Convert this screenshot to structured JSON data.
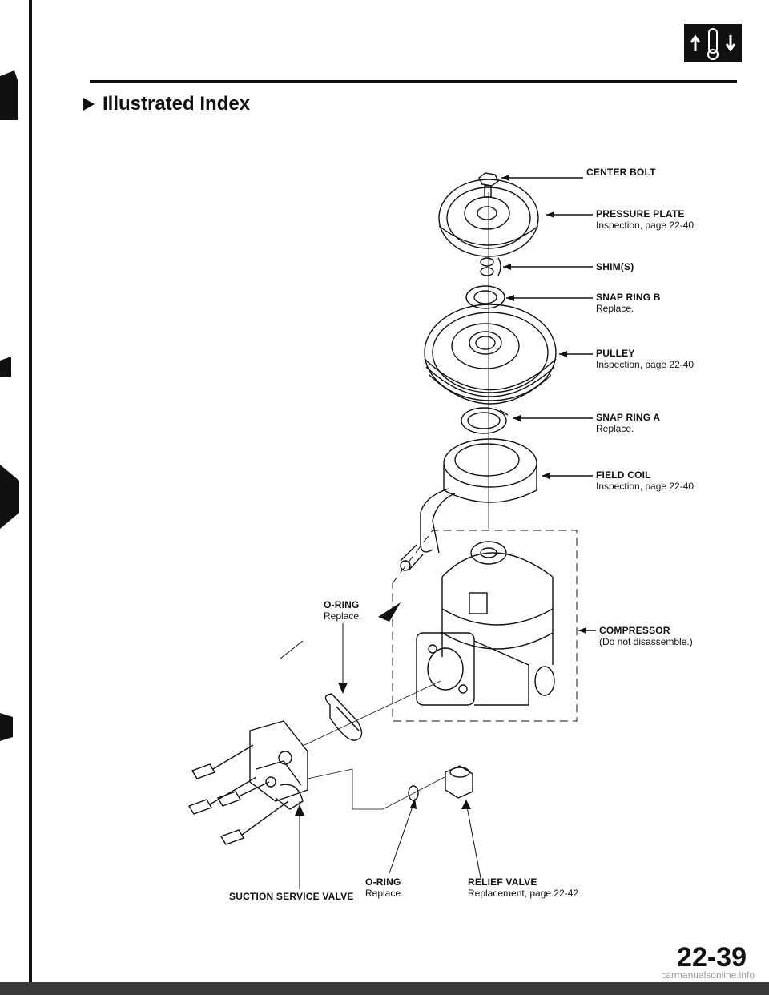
{
  "header": {
    "title": "Illustrated Index",
    "badge_icon": "ac-thermometer-icon"
  },
  "labels": {
    "center_bolt": {
      "name": "CENTER BOLT",
      "note": ""
    },
    "pressure_plate": {
      "name": "PRESSURE PLATE",
      "note": "Inspection, page 22-40"
    },
    "shims": {
      "name": "SHIM(S)",
      "note": ""
    },
    "snap_ring_b": {
      "name": "SNAP RING B",
      "note": "Replace."
    },
    "pulley": {
      "name": "PULLEY",
      "note": "Inspection, page 22-40"
    },
    "snap_ring_a": {
      "name": "SNAP RING A",
      "note": "Replace."
    },
    "field_coil": {
      "name": "FIELD COIL",
      "note": "Inspection, page 22-40"
    },
    "compressor": {
      "name": "COMPRESSOR",
      "note": "(Do not disassemble.)"
    },
    "o_ring_upper": {
      "name": "O-RING",
      "note": "Replace."
    },
    "o_ring_lower": {
      "name": "O-RING",
      "note": "Replace."
    },
    "relief_valve": {
      "name": "RELIEF VALVE",
      "note": "Replacement, page 22-42"
    },
    "suction_service_valve": {
      "name": "SUCTION SERVICE VALVE",
      "note": ""
    }
  },
  "footer": {
    "page_number": "22-39",
    "watermark": "carmanualsonline.info"
  }
}
